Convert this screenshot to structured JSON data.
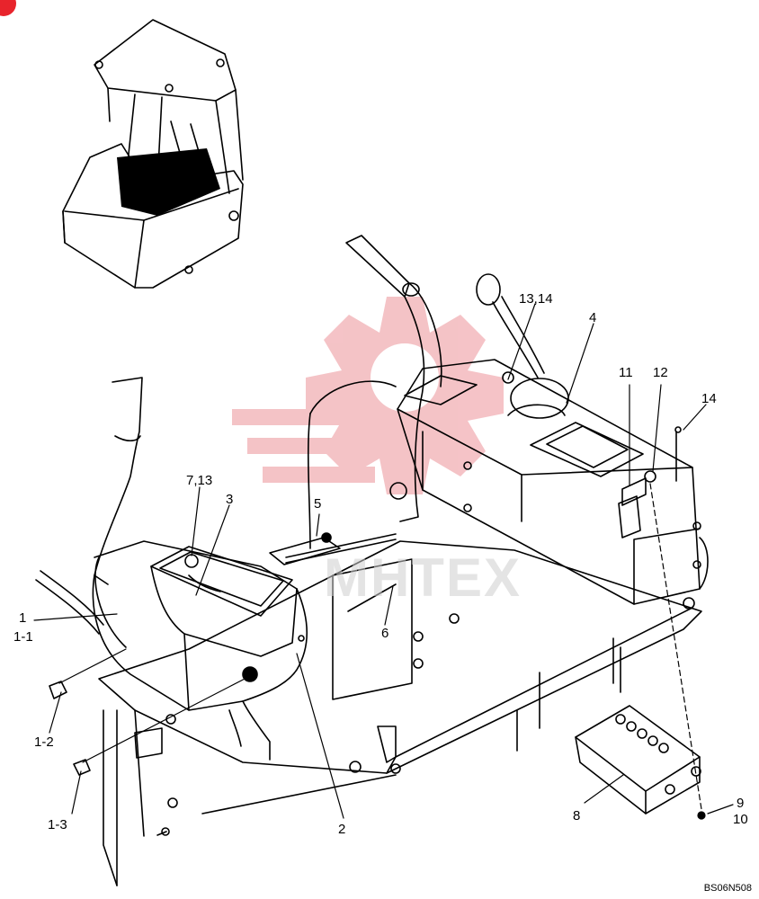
{
  "diagram": {
    "reference_code": "BS06N508",
    "watermark_text": "MHTEX",
    "badge_color": "#e8242c",
    "watermark_color": "#f3b9bd",
    "line_color": "#000000",
    "callouts": [
      {
        "id": "c1",
        "text": "1"
      },
      {
        "id": "c1-1",
        "text": "1-1"
      },
      {
        "id": "c1-2",
        "text": "1-2"
      },
      {
        "id": "c1-3",
        "text": "1-3"
      },
      {
        "id": "c2",
        "text": "2"
      },
      {
        "id": "c3",
        "text": "3"
      },
      {
        "id": "c4",
        "text": "4"
      },
      {
        "id": "c5",
        "text": "5"
      },
      {
        "id": "c6",
        "text": "6"
      },
      {
        "id": "c7-13",
        "text": "7,13"
      },
      {
        "id": "c8",
        "text": "8"
      },
      {
        "id": "c9",
        "text": "9"
      },
      {
        "id": "c10",
        "text": "10"
      },
      {
        "id": "c11",
        "text": "11"
      },
      {
        "id": "c12",
        "text": "12"
      },
      {
        "id": "c13-14",
        "text": "13,14"
      },
      {
        "id": "c14",
        "text": "14"
      }
    ]
  }
}
